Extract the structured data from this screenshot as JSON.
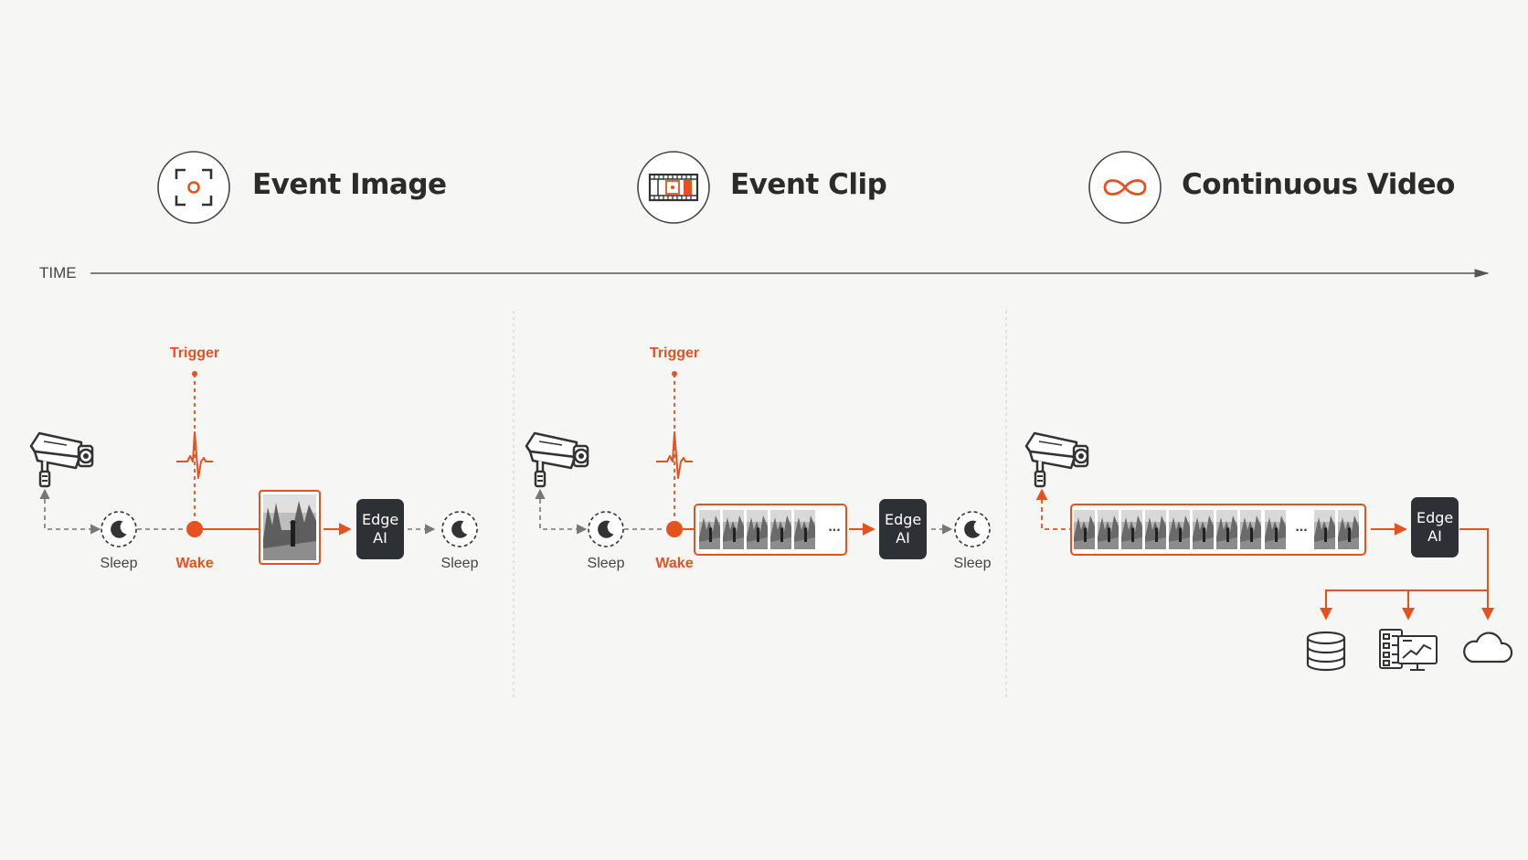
{
  "colors": {
    "accent": "#e5521f",
    "dark": "#2d3135",
    "line": "#555555",
    "background": "#f6f6f5"
  },
  "time_label": "TIME",
  "sections": [
    {
      "title": "Event Image",
      "icon": "focus-frame-icon",
      "trigger_label": "Trigger",
      "sleep_label_before": "Sleep",
      "wake_label": "Wake",
      "edge_label": "Edge AI",
      "sleep_label_after": "Sleep"
    },
    {
      "title": "Event Clip",
      "icon": "film-strip-icon",
      "trigger_label": "Trigger",
      "sleep_label_before": "Sleep",
      "wake_label": "Wake",
      "edge_label": "Edge AI",
      "sleep_label_after": "Sleep",
      "ellipsis": "..."
    },
    {
      "title": "Continuous Video",
      "icon": "infinity-icon",
      "edge_label": "Edge AI",
      "ellipsis": "...",
      "outputs": [
        "database-icon",
        "dashboard-monitor-icon",
        "cloud-icon"
      ]
    }
  ]
}
